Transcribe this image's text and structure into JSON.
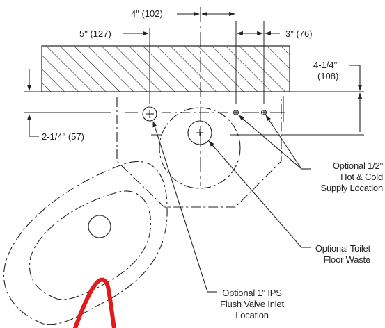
{
  "dimensions": {
    "top_center": "4\" (102)",
    "top_left": "5\" (127)",
    "top_right": "3\" (76)",
    "right_line1": "4-1/4\"",
    "right_line2": "(108)",
    "left_lower": "2-1/4\" (57)"
  },
  "callouts": {
    "supply": [
      "Optional 1/2\"",
      "Hot & Cold",
      "Supply Location"
    ],
    "floor_waste": [
      "Optional Toilet",
      "Floor Waste"
    ],
    "flush_valve": [
      "Optional 1\" IPS",
      "Flush Valve Inlet",
      "Location"
    ]
  },
  "colors": {
    "line": "#222222",
    "accent_stroke": "#e01b1b"
  }
}
